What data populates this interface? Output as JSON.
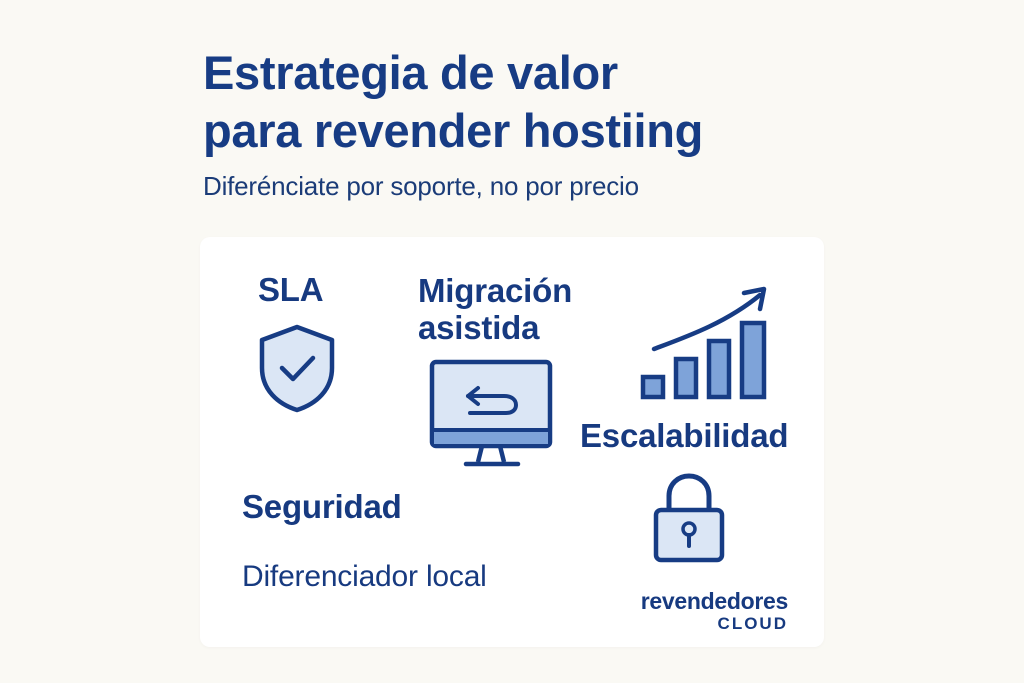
{
  "header": {
    "title_line1": "Estrategia de valor",
    "title_line2": "para revender hostiing",
    "subtitle": "Diferénciate por soporte, no por precio"
  },
  "card": {
    "sla_label": "SLA",
    "migration_label_line1": "Migración",
    "migration_label_line2": "asistida",
    "scalability_label": "Escalabilidad",
    "security_label": "Seguridad",
    "local_label": "Diferenciador local"
  },
  "brand": {
    "name": "revendedores",
    "sub": "CLOUD"
  },
  "icons": [
    "shield-check-icon",
    "monitor-migration-icon",
    "growth-chart-icon",
    "padlock-icon"
  ],
  "colors": {
    "primary": "#173c84",
    "icon_fill": "#dbe6f5",
    "icon_bar": "#7ea3d9",
    "background": "#faf9f4"
  }
}
